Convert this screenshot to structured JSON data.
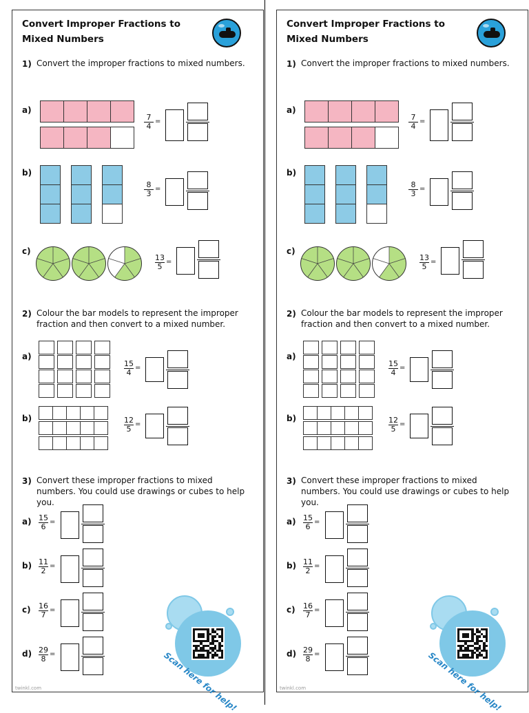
{
  "sheet": {
    "title": "Convert Improper Fractions to Mixed Numbers",
    "logo_icon": "submarine-icon",
    "q1": {
      "number": "1)",
      "text": "Convert the improper fractions to mixed numbers."
    },
    "q1_items": [
      {
        "label": "a)",
        "num": "7",
        "den": "4",
        "model": "bar",
        "filled": 7,
        "parts": 4
      },
      {
        "label": "b)",
        "num": "8",
        "den": "3",
        "model": "column",
        "filled": 8,
        "parts": 3
      },
      {
        "label": "c)",
        "num": "13",
        "den": "5",
        "model": "circle",
        "filled": 13,
        "parts": 5
      }
    ],
    "q2": {
      "number": "2)",
      "text": "Colour the bar models to represent the improper fraction and then convert to a mixed number."
    },
    "q2_items": [
      {
        "label": "a)",
        "num": "15",
        "den": "4"
      },
      {
        "label": "b)",
        "num": "12",
        "den": "5"
      }
    ],
    "q3": {
      "number": "3)",
      "text": "Convert these improper fractions to mixed numbers. You could use drawings or cubes to help you."
    },
    "q3_items": [
      {
        "label": "a)",
        "num": "15",
        "den": "6"
      },
      {
        "label": "b)",
        "num": "11",
        "den": "2"
      },
      {
        "label": "c)",
        "num": "16",
        "den": "7"
      },
      {
        "label": "d)",
        "num": "29",
        "den": "8"
      }
    ],
    "equals": "=",
    "scan_text": "Scan here for help!",
    "footer": "twinkl.com",
    "colors": {
      "pink": "#f5b6c2",
      "blue": "#8dcbe6",
      "green": "#b5df84",
      "bubble": "#7fc8e7",
      "logo": "#2aa1da"
    }
  }
}
